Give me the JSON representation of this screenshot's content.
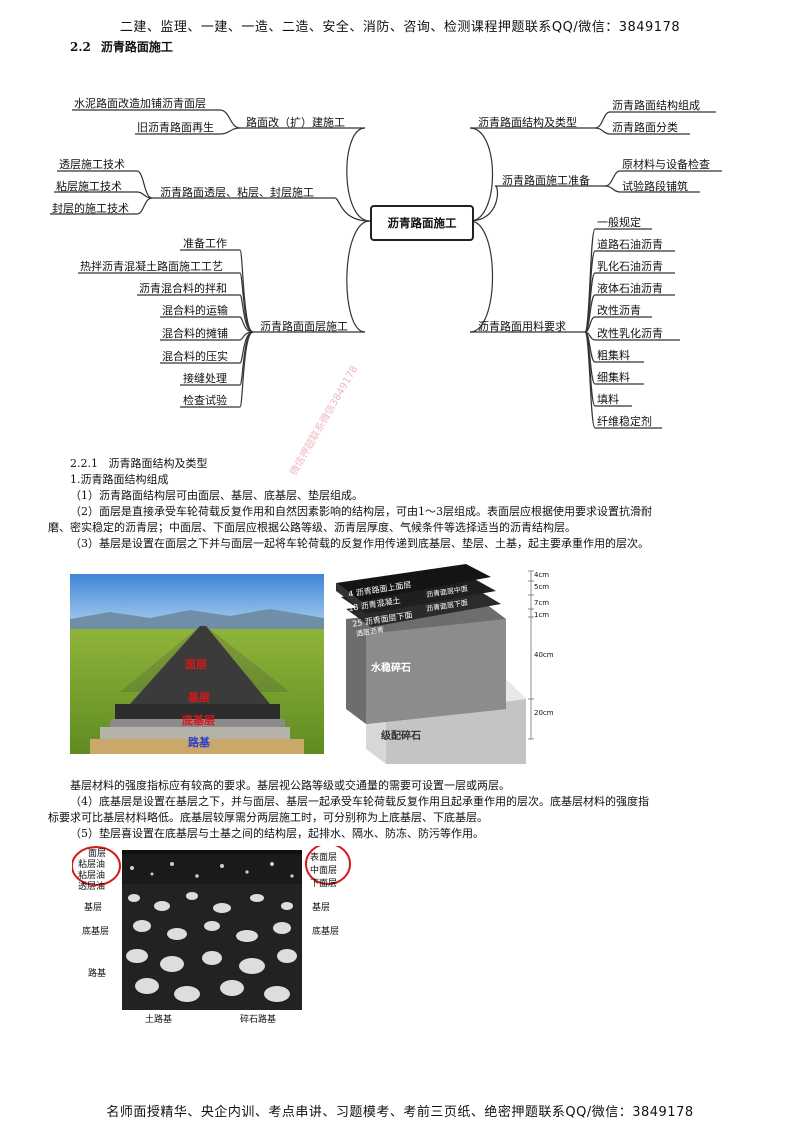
{
  "header": "二建、监理、一建、一造、二造、安全、消防、咨询、检测课程押题联系QQ/微信：3849178",
  "footer": "名师面授精华、央企内训、考点串讲、习题模考、考前三页纸、绝密押题联系QQ/微信：3849178",
  "section": {
    "number": "2.2",
    "title": "沥青路面施工"
  },
  "mindmap": {
    "center": "沥青路面施工",
    "left": [
      {
        "label": "路面改（扩）建施工",
        "children": [
          "水泥路面改造加铺沥青面层",
          "旧沥青路面再生"
        ]
      },
      {
        "label": "沥青路面透层、粘层、封层施工",
        "children": [
          "透层施工技术",
          "粘层施工技术",
          "封层的施工技术"
        ]
      },
      {
        "label": "沥青路面面层施工",
        "children": [
          "准备工作",
          "热拌沥青混凝土路面施工工艺",
          "沥青混合料的拌和",
          "混合料的运输",
          "混合料的摊铺",
          "混合料的压实",
          "接缝处理",
          "检查试验"
        ]
      }
    ],
    "right": [
      {
        "label": "沥青路面结构及类型",
        "children": [
          "沥青路面结构组成",
          "沥青路面分类"
        ]
      },
      {
        "label": "沥青路面施工准备",
        "children": [
          "原材料与设备检查",
          "试验路段铺筑"
        ]
      },
      {
        "label": "沥青路面用料要求",
        "children": [
          "一般规定",
          "道路石油沥青",
          "乳化石油沥青",
          "液体石油沥青",
          "改性沥青",
          "改性乳化沥青",
          "粗集料",
          "细集料",
          "填料",
          "纤维稳定剂"
        ]
      }
    ]
  },
  "sub_section": {
    "number": "2.2.1",
    "title": "沥青路面结构及类型"
  },
  "point1": "1.沥青路面结构组成",
  "paragraphs": [
    "（1）沥青路面结构层可由面层、基层、底基层、垫层组成。",
    "（2）面层是直接承受车轮荷载反复作用和自然因素影响的结构层，可由1～3层组成。表面层应根据使用要求设置抗滑耐",
    "磨、密实稳定的沥青层；中面层、下面层应根据公路等级、沥青层厚度、气候条件等选择适当的沥青结构层。",
    "（3）基层是设置在面层之下并与面层一起将车轮荷载的反复作用传递到底基层、垫层、土基，起主要承重作用的层次。"
  ],
  "paragraphs2": [
    "基层材料的强度指标应有较高的要求。基层视公路等级或交通量的需要可设置一层或两层。",
    "（4）底基层是设置在基层之下，并与面层、基层一起承受车轮荷载反复作用且起承重作用的层次。底基层材料的强度指",
    "标要求可比基层材料略低。底基层较厚需分两层施工时，可分别称为上底基层、下底基层。",
    "（5）垫层喜设置在底基层与土基之间的结构层，起排水、隔水、防冻、防污等作用。"
  ],
  "road_photo_labels": [
    "面层",
    "基层",
    "底基层",
    "路基"
  ],
  "layer_model": {
    "layers": [
      "4 沥青路面上面层",
      "18 沥青混凝土",
      "25 沥青面层下面",
      "透层沥青"
    ],
    "side_labels": [
      "沥青面层中面",
      "沥青面层下面"
    ],
    "base": "水稳碎石",
    "subbase": "级配碎石",
    "dims": [
      "4cm",
      "5cm",
      "7cm",
      "1cm",
      "40cm",
      "20cm"
    ]
  },
  "section_photo": {
    "left_labels": [
      "面层",
      "粘层油",
      "粘层油",
      "透层油",
      "基层",
      "底基层",
      "路基"
    ],
    "right_labels": [
      "表面层",
      "中面层",
      "下面层",
      "基层",
      "底基层"
    ],
    "bottom_labels": [
      "土路基",
      "碎石路基"
    ]
  },
  "watermark": "微信押题联系微信3849178"
}
